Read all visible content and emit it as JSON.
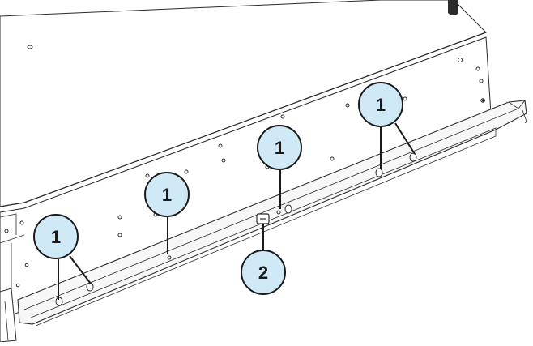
{
  "diagram": {
    "callouts": [
      {
        "label": "1",
        "meaning": "mounting-screw"
      },
      {
        "label": "1",
        "meaning": "mounting-screw"
      },
      {
        "label": "1",
        "meaning": "mounting-screw"
      },
      {
        "label": "1",
        "meaning": "mounting-screw"
      },
      {
        "label": "2",
        "meaning": "rail-release-tab"
      }
    ],
    "colors": {
      "callout_fill": "#cfe9f7",
      "callout_stroke": "#1a1a1a",
      "line_art": "#2b2b2b",
      "chassis_fill": "#ffffff",
      "rail_fill": "#f7f7f7"
    }
  }
}
